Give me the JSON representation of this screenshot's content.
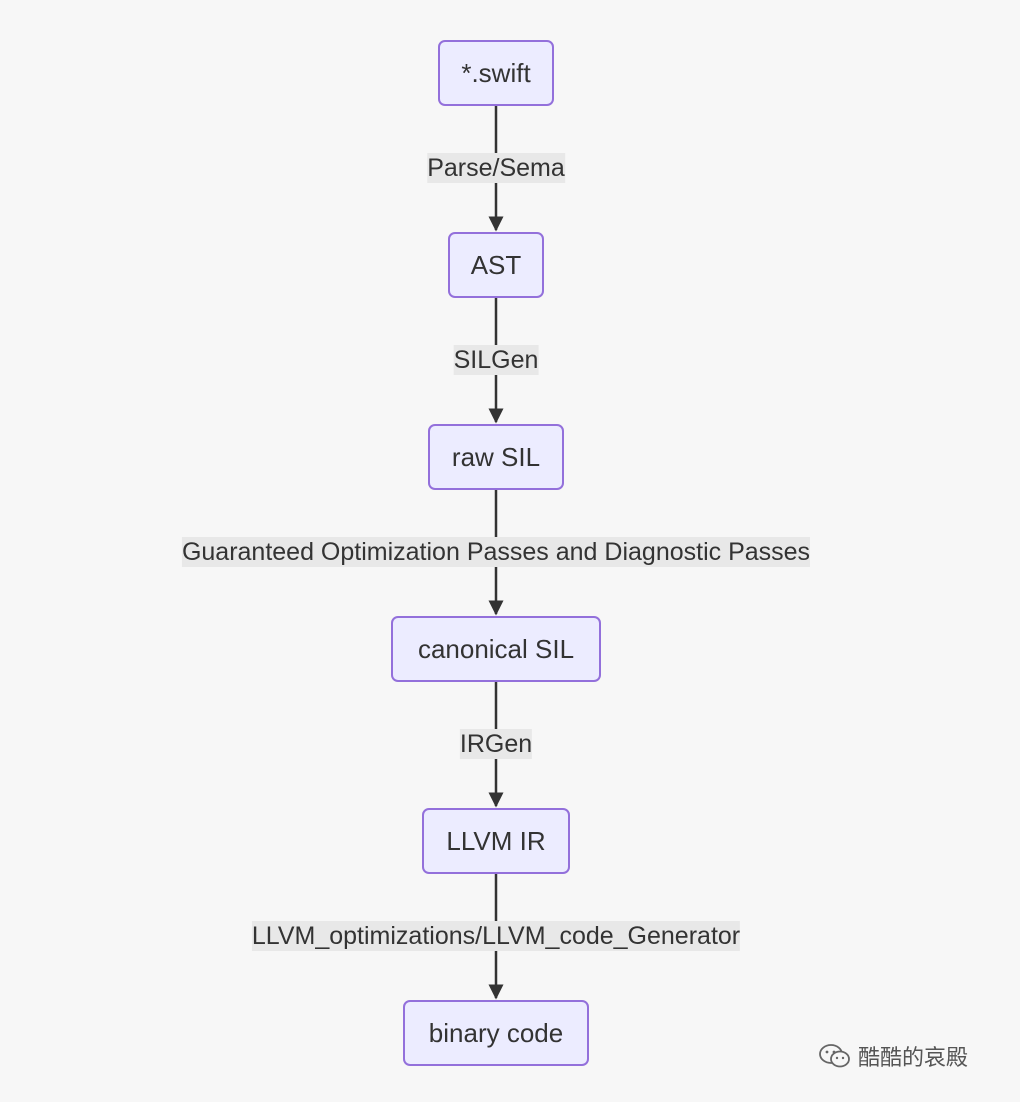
{
  "nodes": {
    "swift_source": "*.swift",
    "ast": "AST",
    "raw_sil": "raw SIL",
    "canonical_sil": "canonical SIL",
    "llvm_ir": "LLVM IR",
    "binary_code": "binary code"
  },
  "edges": {
    "parse_sema": "Parse/Sema",
    "silgen": "SILGen",
    "guaranteed_passes": "Guaranteed Optimization Passes and Diagnostic Passes",
    "irgen": "IRGen",
    "llvm_codegen": "LLVM_optimizations/LLVM_code_Generator"
  },
  "colors": {
    "node_fill": "#ececff",
    "node_border": "#9370db",
    "edge_line": "#333333",
    "edge_label_bg": "#e8e8e8",
    "background": "#f7f7f7"
  },
  "watermark": {
    "icon": "wechat-icon",
    "text": "酷酷的哀殿"
  }
}
